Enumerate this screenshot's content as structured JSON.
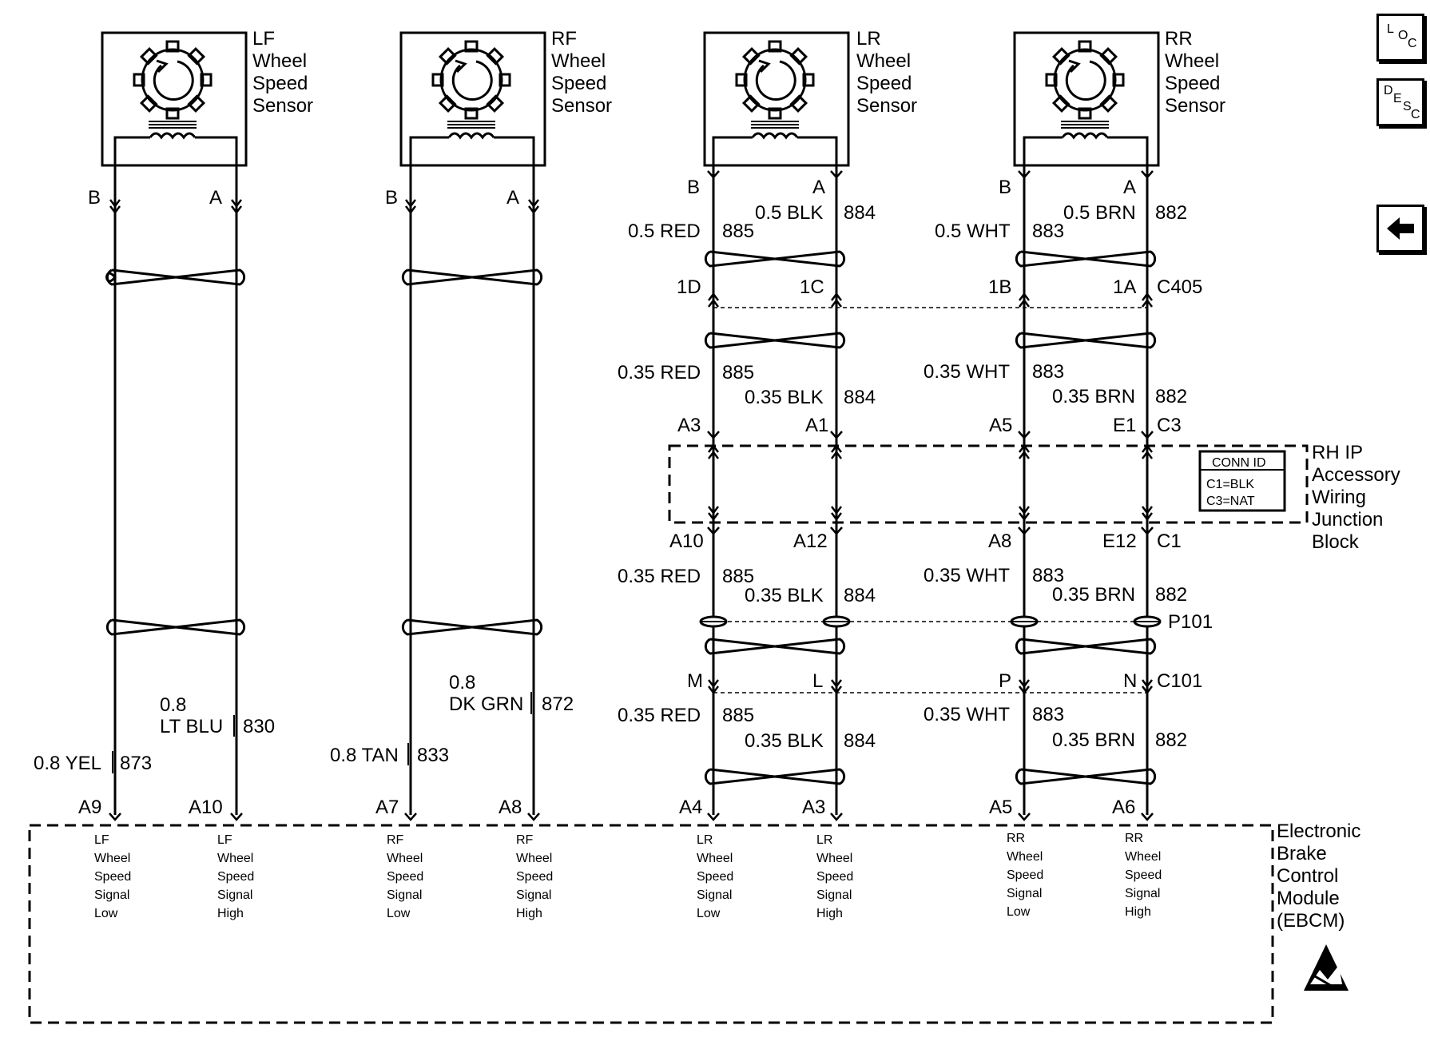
{
  "sensors": [
    {
      "name": "LF",
      "line1": "Wheel",
      "line2": "Speed",
      "line3": "Sensor"
    },
    {
      "name": "RF",
      "line1": "Wheel",
      "line2": "Speed",
      "line3": "Sensor"
    },
    {
      "name": "LR",
      "line1": "Wheel",
      "line2": "Speed",
      "line3": "Sensor"
    },
    {
      "name": "RR",
      "line1": "Wheel",
      "line2": "Speed",
      "line3": "Sensor"
    }
  ],
  "pins": {
    "b": "B",
    "a": "A"
  },
  "lf_wires": {
    "low_color": "0.8 YEL",
    "low_circuit": "873",
    "high_size": "0.8",
    "high_color": "LT BLU",
    "high_circuit": "830",
    "low_pin": "A9",
    "high_pin": "A10"
  },
  "rf_wires": {
    "low_color": "0.8 TAN",
    "low_circuit": "833",
    "high_size": "0.8",
    "high_color": "DK GRN",
    "high_circuit": "872",
    "low_pin": "A7",
    "high_pin": "A8"
  },
  "lr_wires": {
    "seg1_low": "0.5 RED",
    "seg1_low_circuit": "885",
    "seg1_high": "0.5 BLK",
    "seg1_high_circuit": "884",
    "c405_low": "1D",
    "c405_high": "1C",
    "seg2_low": "0.35 RED",
    "seg2_low_circuit": "885",
    "seg2_high": "0.35 BLK",
    "seg2_high_circuit": "884",
    "c3_low": "A3",
    "c3_high": "A1",
    "c1_low": "A10",
    "c1_high": "A12",
    "seg3_low": "0.35 RED",
    "seg3_low_circuit": "885",
    "seg3_high": "0.35 BLK",
    "seg3_high_circuit": "884",
    "c101_low": "M",
    "c101_high": "L",
    "seg4_low": "0.35 RED",
    "seg4_low_circuit": "885",
    "seg4_high": "0.35 BLK",
    "seg4_high_circuit": "884",
    "ebcm_low": "A4",
    "ebcm_high": "A3"
  },
  "rr_wires": {
    "seg1_low": "0.5 WHT",
    "seg1_low_circuit": "883",
    "seg1_high": "0.5 BRN",
    "seg1_high_circuit": "882",
    "c405_low": "1B",
    "c405_high": "1A",
    "seg2_low": "0.35 WHT",
    "seg2_low_circuit": "883",
    "seg2_high": "0.35 BRN",
    "seg2_high_circuit": "882",
    "c3_low": "A5",
    "c3_high": "E1",
    "c1_low": "A8",
    "c1_high": "E12",
    "seg3_low": "0.35 WHT",
    "seg3_low_circuit": "883",
    "seg3_high": "0.35 BRN",
    "seg3_high_circuit": "882",
    "c101_low": "P",
    "c101_high": "N",
    "seg4_low": "0.35 WHT",
    "seg4_low_circuit": "883",
    "seg4_high": "0.35 BRN",
    "seg4_high_circuit": "882",
    "ebcm_low": "A5",
    "ebcm_high": "A6"
  },
  "connectors": {
    "c405": "C405",
    "c3": "C3",
    "c1": "C1",
    "p101": "P101",
    "c101": "C101"
  },
  "junction_block": {
    "line1": "RH IP",
    "line2": "Accessory",
    "line3": "Wiring",
    "line4": "Junction",
    "line5": "Block",
    "conn_id_title": "CONN ID",
    "conn_id_line1": "C1=BLK",
    "conn_id_line2": "C3=NAT"
  },
  "ebcm": {
    "line1": "Electronic",
    "line2": "Brake",
    "line3": "Control",
    "line4": "Module",
    "line5": "(EBCM)"
  },
  "ebcm_terminals": [
    {
      "l1": "LF",
      "l2": "Wheel",
      "l3": "Speed",
      "l4": "Signal",
      "l5": "Low"
    },
    {
      "l1": "LF",
      "l2": "Wheel",
      "l3": "Speed",
      "l4": "Signal",
      "l5": "High"
    },
    {
      "l1": "RF",
      "l2": "Wheel",
      "l3": "Speed",
      "l4": "Signal",
      "l5": "Low"
    },
    {
      "l1": "RF",
      "l2": "Wheel",
      "l3": "Speed",
      "l4": "Signal",
      "l5": "High"
    },
    {
      "l1": "LR",
      "l2": "Wheel",
      "l3": "Speed",
      "l4": "Signal",
      "l5": "Low"
    },
    {
      "l1": "LR",
      "l2": "Wheel",
      "l3": "Speed",
      "l4": "Signal",
      "l5": "High"
    },
    {
      "l1": "RR",
      "l2": "Wheel",
      "l3": "Speed",
      "l4": "Signal",
      "l5": "Low"
    },
    {
      "l1": "RR",
      "l2": "Wheel",
      "l3": "Speed",
      "l4": "Signal",
      "l5": "High"
    }
  ],
  "nav": {
    "loc_l": "L",
    "loc_o": "O",
    "loc_c": "C",
    "desc_d": "D",
    "desc_e": "E",
    "desc_s": "S",
    "desc_c": "C",
    "back_icon": "left-arrow-icon"
  }
}
